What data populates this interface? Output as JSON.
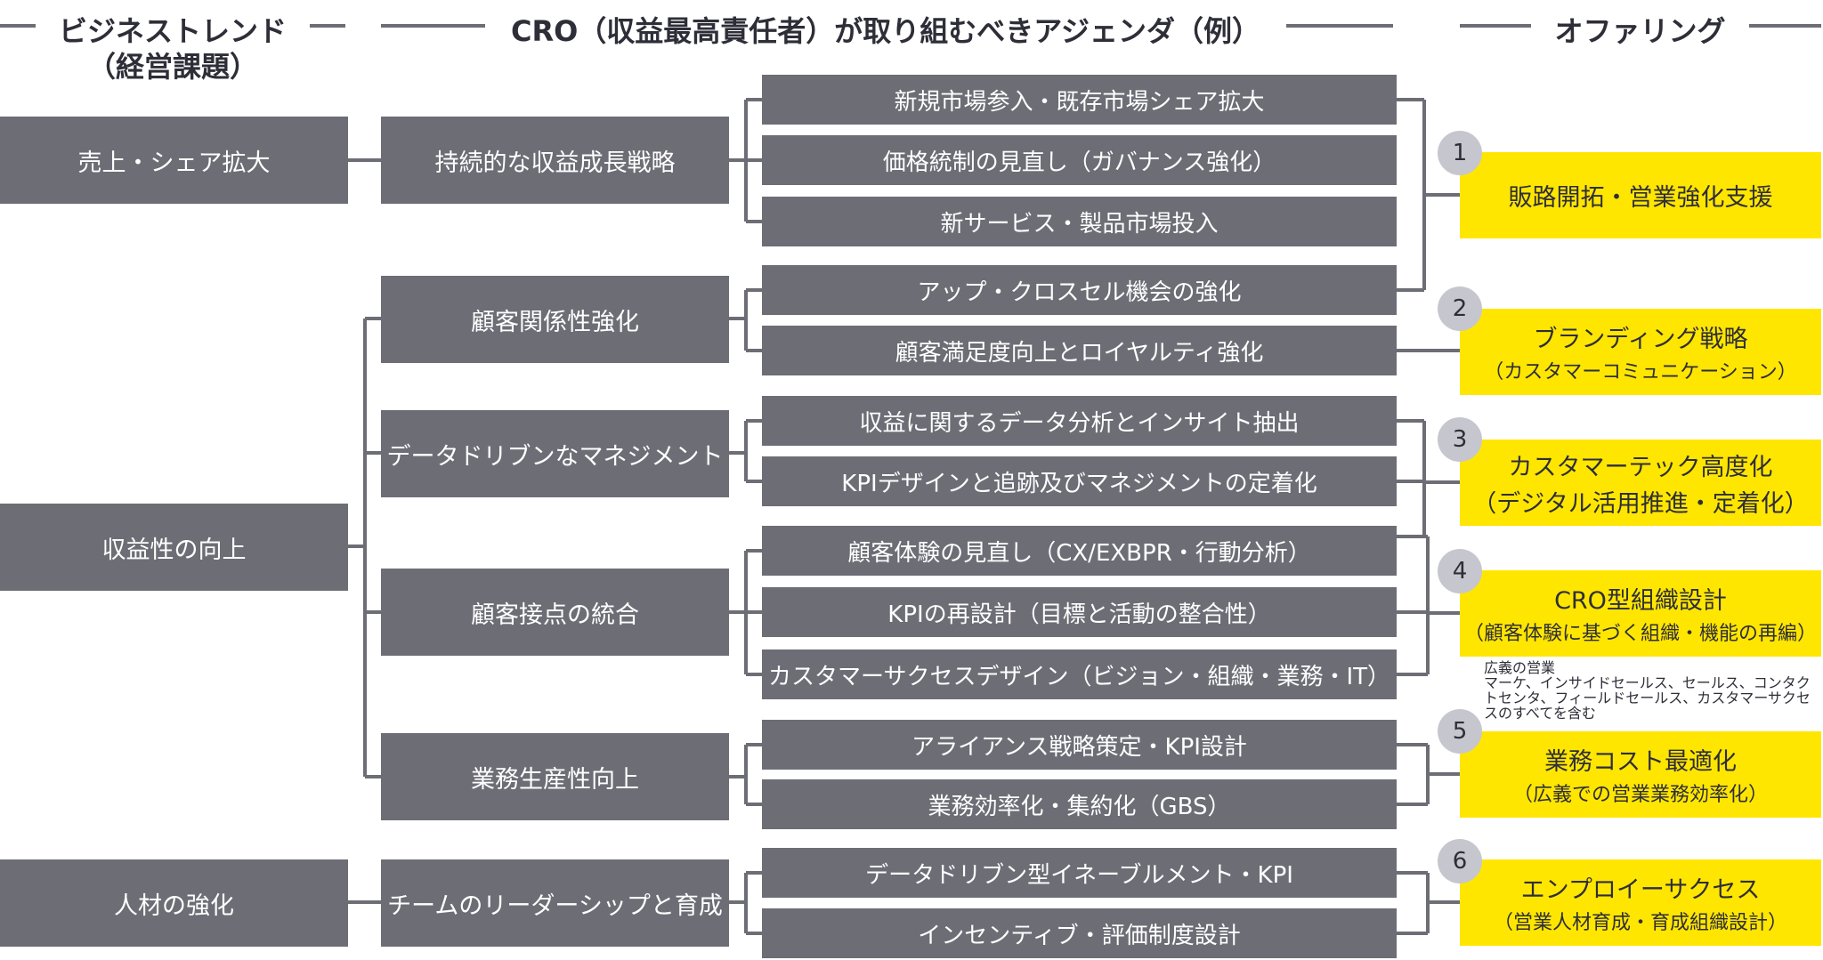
{
  "headers": {
    "trends": "ビジネストレンド",
    "trends_sub": "（経営課題）",
    "agenda": "CRO（収益最高責任者）が取り組むべきアジェンダ（例）",
    "offering": "オファリング"
  },
  "trends": [
    "売上・シェア拡大",
    "収益性の向上",
    "人材の強化"
  ],
  "strategies": [
    "持続的な収益成長戦略",
    "顧客関係性強化",
    "データドリブンなマネジメント",
    "顧客接点の統合",
    "業務生産性向上",
    "チームのリーダーシップと育成"
  ],
  "agendas": [
    "新規市場参入・既存市場シェア拡大",
    "価格統制の見直し（ガバナンス強化）",
    "新サービス・製品市場投入",
    "アップ・クロスセル機会の強化",
    "顧客満足度向上とロイヤルティ強化",
    "収益に関するデータ分析とインサイト抽出",
    "KPIデザインと追跡及びマネジメントの定着化",
    "顧客体験の見直し（CX/EXBPR・行動分析）",
    "KPIの再設計（目標と活動の整合性）",
    "カスタマーサクセスデザイン（ビジョン・組織・業務・IT）",
    "アライアンス戦略策定・KPI設計",
    "業務効率化・集約化（GBS）",
    "データドリブン型イネーブルメント・KPI",
    "インセンティブ・評価制度設計"
  ],
  "offerings": [
    {
      "num": "1",
      "main": "販路開拓・営業強化支援",
      "sub": ""
    },
    {
      "num": "2",
      "main": "ブランディング戦略",
      "sub": "（カスタマーコミュニケーション）"
    },
    {
      "num": "3",
      "main": "カスタマーテック高度化",
      "sub": "（デジタル活用推進・定着化）"
    },
    {
      "num": "4",
      "main": "CRO型組織設計",
      "sub": "（顧客体験に基づく組織・機能の再編）"
    },
    {
      "num": "5",
      "main": "業務コスト最適化",
      "sub": "（広義での営業業務効率化）"
    },
    {
      "num": "6",
      "main": "エンプロイーサクセス",
      "sub": "（営業人材育成・育成組織設計）"
    }
  ],
  "note": {
    "title": "広義の営業",
    "body": "マーケ、インサイドセールス、セールス、コンタクトセンタ、フィールドセールス、カスタマーサクセスのすべてを含む"
  },
  "colors": {
    "box": "#6d6d76",
    "offering": "#ffe600",
    "badge": "#c6c6ce",
    "text": "#2e2e38"
  }
}
